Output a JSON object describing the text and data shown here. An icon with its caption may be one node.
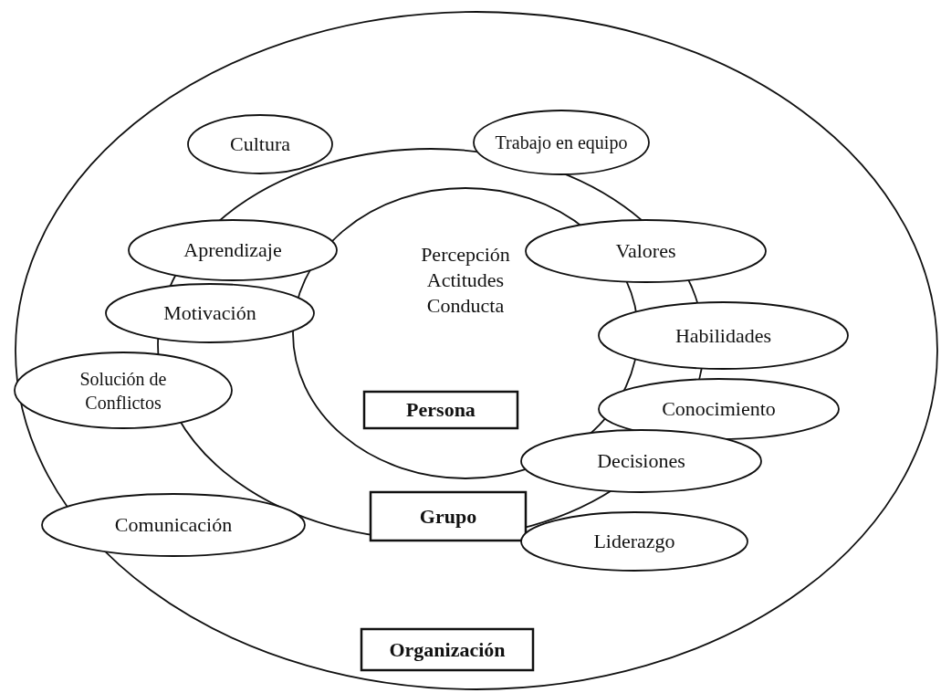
{
  "diagram": {
    "nodes": [
      {
        "text": [],
        "shape": "circle"
      },
      {
        "text": [
          "Organización"
        ],
        "in": 0
      },
      {
        "text": [],
        "shape": "circle",
        "in": 0
      },
      {
        "text": [
          "Grupo"
        ],
        "in": 2
      },
      {
        "text": [
          "Percepción Actitudes Conducta"
        ],
        "in": 2
      },
      {
        "text": [
          "Persona"
        ],
        "in": 4
      },
      {
        "text": [
          "Cultura"
        ],
        "in": 0
      },
      {
        "text": [
          "Trabajo en equipo"
        ],
        "in": 0
      },
      {
        "text": [
          "Aprendizaje"
        ],
        "in": 0
      },
      {
        "text": [
          "Valores"
        ],
        "in": 0
      },
      {
        "text": [
          "Motivación"
        ],
        "in": 0
      },
      {
        "text": [
          "Habilidades"
        ],
        "in": 0
      },
      {
        "text": [
          "Solución de Conflictos"
        ],
        "in": 0
      },
      {
        "text": [
          "Conocimiento"
        ],
        "in": 0
      },
      {
        "text": [
          "Decisiones"
        ],
        "in": 0
      },
      {
        "text": [
          "Comunicación"
        ],
        "in": 0
      },
      {
        "text": [
          "Liderazgo"
        ],
        "in": 0
      }
    ],
    "edges": []
  }
}
